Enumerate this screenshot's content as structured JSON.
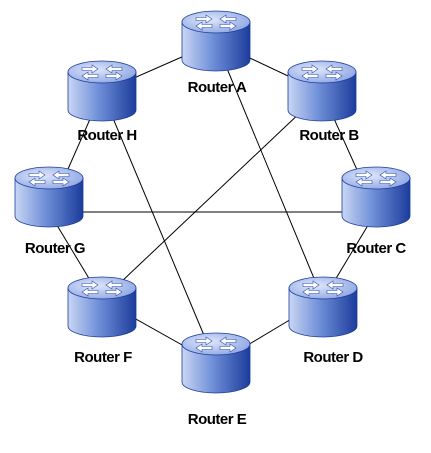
{
  "colors": {
    "router_body_light": "#c9d6f4",
    "router_body_mid": "#6f8fd8",
    "router_body_dark": "#1c3c9c",
    "router_top": "#a9bdf0",
    "arrow": "#ffffff",
    "arrow_outline": "#2a4aa8",
    "link": "#000000"
  },
  "routers": [
    {
      "id": "A",
      "label": "Router A",
      "icon": "router-icon"
    },
    {
      "id": "B",
      "label": "Router B",
      "icon": "router-icon"
    },
    {
      "id": "C",
      "label": "Router C",
      "icon": "router-icon"
    },
    {
      "id": "D",
      "label": "Router D",
      "icon": "router-icon"
    },
    {
      "id": "E",
      "label": "Router E",
      "icon": "router-icon"
    },
    {
      "id": "F",
      "label": "Router F",
      "icon": "router-icon"
    },
    {
      "id": "G",
      "label": "Router G",
      "icon": "router-icon"
    },
    {
      "id": "H",
      "label": "Router H",
      "icon": "router-icon"
    }
  ],
  "links": [
    [
      "A",
      "B"
    ],
    [
      "B",
      "C"
    ],
    [
      "C",
      "D"
    ],
    [
      "D",
      "E"
    ],
    [
      "E",
      "F"
    ],
    [
      "F",
      "G"
    ],
    [
      "G",
      "H"
    ],
    [
      "H",
      "A"
    ],
    [
      "A",
      "D"
    ],
    [
      "B",
      "F"
    ],
    [
      "G",
      "C"
    ],
    [
      "H",
      "E"
    ]
  ]
}
